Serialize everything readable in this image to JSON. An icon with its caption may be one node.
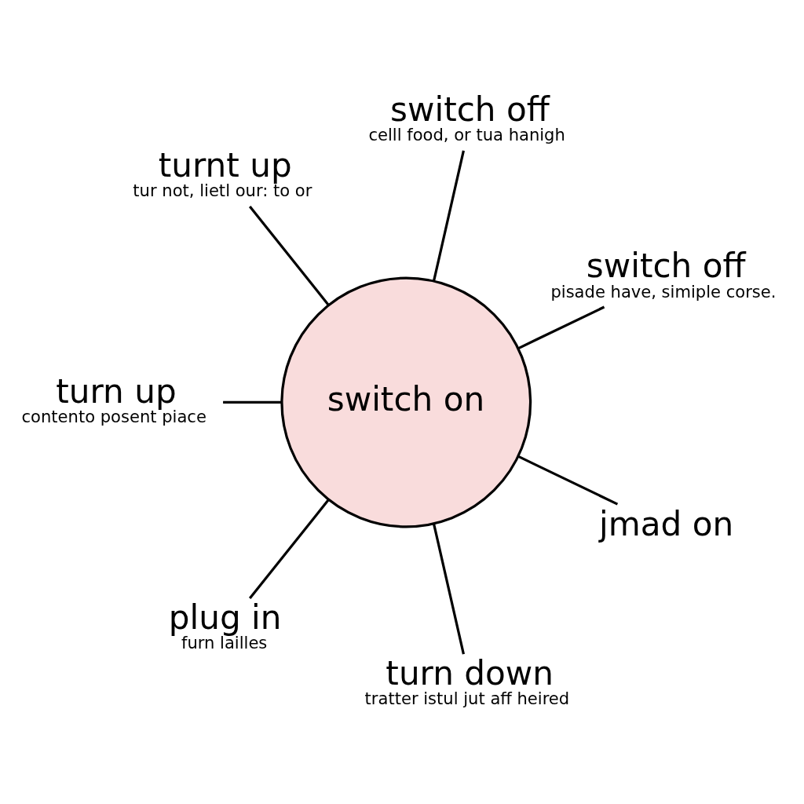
{
  "diagram": {
    "nodes": [
      {
        "text": [
          "switch on"
        ]
      },
      {
        "text": [
          "switch off",
          "pisade have, simiple corse."
        ]
      },
      {
        "text": [
          "switch off",
          "celll food, or tua hanigh"
        ]
      },
      {
        "text": [
          "turnt up",
          "tur not, lietl our: to or"
        ]
      },
      {
        "text": [
          "turn up",
          "contento posent piace"
        ]
      },
      {
        "text": [
          "plug in",
          "furn lailles"
        ]
      },
      {
        "text": [
          "turn down",
          "tratter istul jut aff heired"
        ]
      },
      {
        "text": [
          "jmad on"
        ]
      }
    ],
    "edges": [
      {
        "from": 0,
        "to": 1,
        "arrow": "none"
      },
      {
        "from": 0,
        "to": 3,
        "arrow": "none"
      },
      {
        "from": 0,
        "to": 5,
        "arrow": "none"
      },
      {
        "from": 0,
        "to": 7,
        "arrow": "none"
      },
      {
        "from": 0,
        "to": 6,
        "arrow": "none"
      },
      {
        "from": 0,
        "to": 4,
        "arrow": "none"
      },
      {
        "from": 0,
        "to": 2,
        "arrow": "none"
      }
    ]
  }
}
